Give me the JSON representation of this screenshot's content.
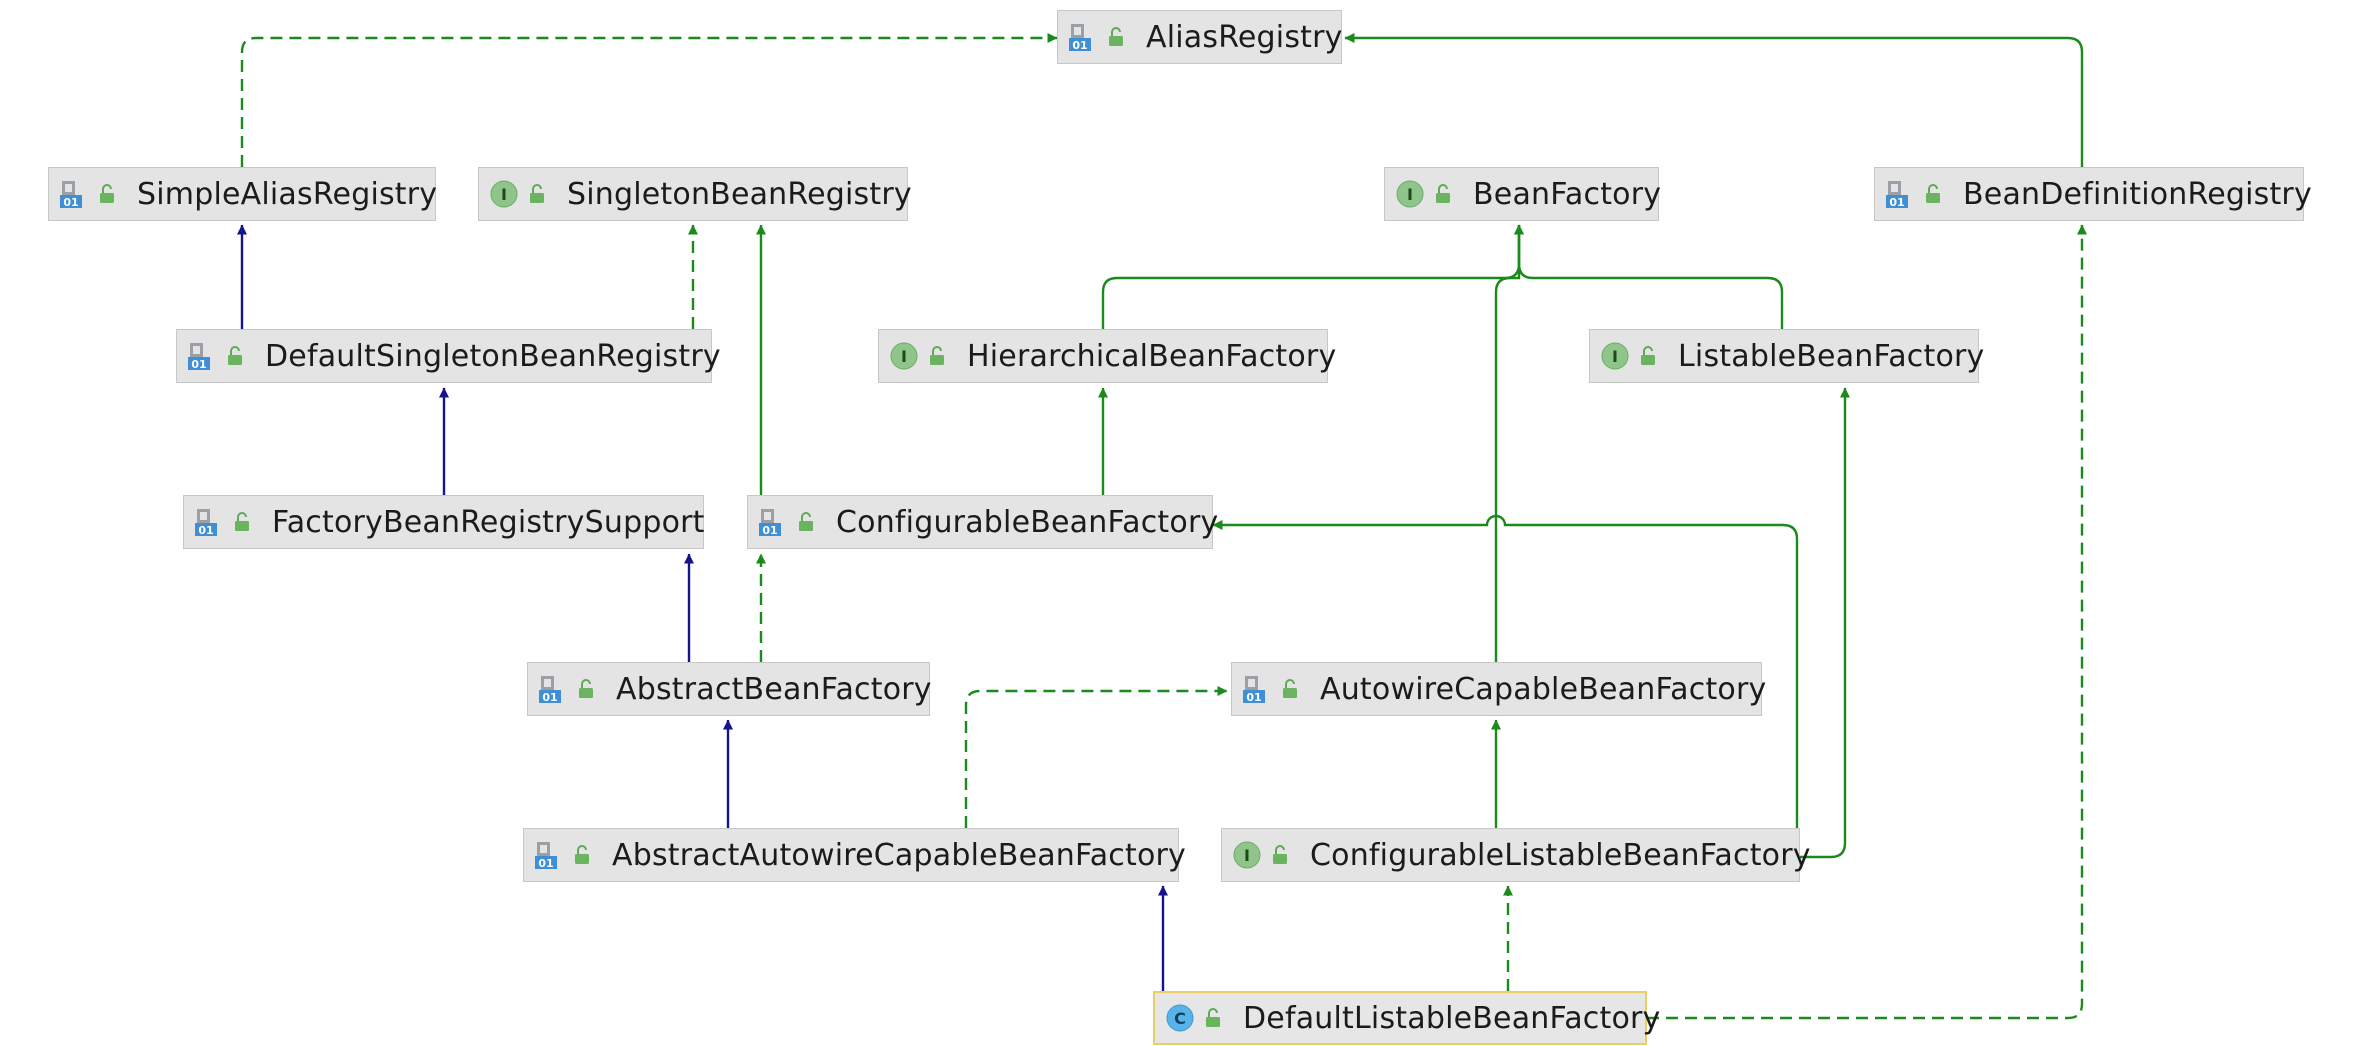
{
  "colors": {
    "realization": "#1b8a1b",
    "inheritance": "#14148c",
    "selected_border": "#e9cf63"
  },
  "nodes": [
    {
      "id": "AliasRegistry",
      "label": "AliasRegistry",
      "icon": "abstract-class-icon"
    },
    {
      "id": "SimpleAliasRegistry",
      "label": "SimpleAliasRegistry",
      "icon": "abstract-class-icon"
    },
    {
      "id": "SingletonBeanRegistry",
      "label": "SingletonBeanRegistry",
      "icon": "interface-icon"
    },
    {
      "id": "BeanFactory",
      "label": "BeanFactory",
      "icon": "interface-icon"
    },
    {
      "id": "BeanDefinitionRegistry",
      "label": "BeanDefinitionRegistry",
      "icon": "abstract-class-icon"
    },
    {
      "id": "DefaultSingletonBeanRegistry",
      "label": "DefaultSingletonBeanRegistry",
      "icon": "abstract-class-icon"
    },
    {
      "id": "HierarchicalBeanFactory",
      "label": "HierarchicalBeanFactory",
      "icon": "interface-icon"
    },
    {
      "id": "ListableBeanFactory",
      "label": "ListableBeanFactory",
      "icon": "interface-icon"
    },
    {
      "id": "FactoryBeanRegistrySupport",
      "label": "FactoryBeanRegistrySupport",
      "icon": "abstract-class-icon"
    },
    {
      "id": "ConfigurableBeanFactory",
      "label": "ConfigurableBeanFactory",
      "icon": "abstract-class-icon"
    },
    {
      "id": "AbstractBeanFactory",
      "label": "AbstractBeanFactory",
      "icon": "abstract-class-icon"
    },
    {
      "id": "AutowireCapableBeanFactory",
      "label": "AutowireCapableBeanFactory",
      "icon": "abstract-class-icon"
    },
    {
      "id": "AbstractAutowireCapableBeanFactory",
      "label": "AbstractAutowireCapableBeanFactory",
      "icon": "abstract-class-icon"
    },
    {
      "id": "ConfigurableListableBeanFactory",
      "label": "ConfigurableListableBeanFactory",
      "icon": "interface-icon"
    },
    {
      "id": "DefaultListableBeanFactory",
      "label": "DefaultListableBeanFactory",
      "icon": "class-icon",
      "selected": true
    }
  ],
  "edges": [
    {
      "from": "SimpleAliasRegistry",
      "to": "AliasRegistry",
      "kind": "implements"
    },
    {
      "from": "BeanDefinitionRegistry",
      "to": "AliasRegistry",
      "kind": "extends-interface"
    },
    {
      "from": "DefaultSingletonBeanRegistry",
      "to": "SimpleAliasRegistry",
      "kind": "extends-class"
    },
    {
      "from": "DefaultSingletonBeanRegistry",
      "to": "SingletonBeanRegistry",
      "kind": "implements"
    },
    {
      "from": "ConfigurableBeanFactory",
      "to": "SingletonBeanRegistry",
      "kind": "extends-interface"
    },
    {
      "from": "HierarchicalBeanFactory",
      "to": "BeanFactory",
      "kind": "extends-interface"
    },
    {
      "from": "ListableBeanFactory",
      "to": "BeanFactory",
      "kind": "extends-interface"
    },
    {
      "from": "AutowireCapableBeanFactory",
      "to": "BeanFactory",
      "kind": "extends-interface"
    },
    {
      "from": "FactoryBeanRegistrySupport",
      "to": "DefaultSingletonBeanRegistry",
      "kind": "extends-class"
    },
    {
      "from": "ConfigurableBeanFactory",
      "to": "HierarchicalBeanFactory",
      "kind": "extends-interface"
    },
    {
      "from": "AbstractBeanFactory",
      "to": "FactoryBeanRegistrySupport",
      "kind": "extends-class"
    },
    {
      "from": "AbstractBeanFactory",
      "to": "ConfigurableBeanFactory",
      "kind": "implements"
    },
    {
      "from": "AbstractAutowireCapableBeanFactory",
      "to": "AbstractBeanFactory",
      "kind": "extends-class"
    },
    {
      "from": "AbstractAutowireCapableBeanFactory",
      "to": "AutowireCapableBeanFactory",
      "kind": "implements"
    },
    {
      "from": "ConfigurableListableBeanFactory",
      "to": "AutowireCapableBeanFactory",
      "kind": "extends-interface"
    },
    {
      "from": "ConfigurableListableBeanFactory",
      "to": "ConfigurableBeanFactory",
      "kind": "extends-interface"
    },
    {
      "from": "ConfigurableListableBeanFactory",
      "to": "ListableBeanFactory",
      "kind": "extends-interface"
    },
    {
      "from": "DefaultListableBeanFactory",
      "to": "AbstractAutowireCapableBeanFactory",
      "kind": "extends-class"
    },
    {
      "from": "DefaultListableBeanFactory",
      "to": "ConfigurableListableBeanFactory",
      "kind": "implements"
    },
    {
      "from": "DefaultListableBeanFactory",
      "to": "BeanDefinitionRegistry",
      "kind": "implements"
    }
  ]
}
